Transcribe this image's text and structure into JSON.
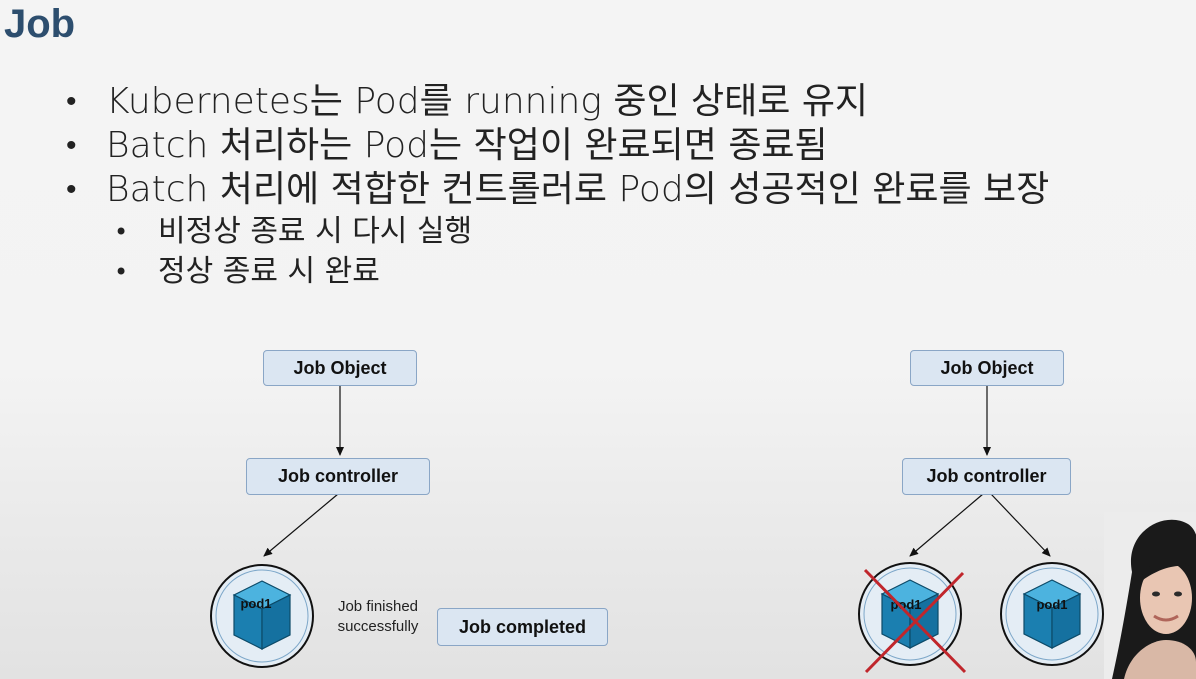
{
  "slide": {
    "title": "Job",
    "bullets": [
      "Kubernetes는 Pod를 running 중인 상태로 유지",
      "Batch 처리하는 Pod는 작업이 완료되면 종료됨",
      "Batch 처리에 적합한 컨트롤러로 Pod의 성공적인 완료를 보장"
    ],
    "sub_bullets": [
      "비정상 종료 시 다시 실행",
      "정상 종료 시 완료"
    ]
  },
  "left_diagram": {
    "object_label": "Job Object",
    "controller_label": "Job controller",
    "pod_label": "pod1",
    "status_caption_line1": "Job finished",
    "status_caption_line2": "successfully",
    "completed_label": "Job completed"
  },
  "right_diagram": {
    "object_label": "Job Object",
    "controller_label": "Job controller",
    "failed_pod_label": "pod1",
    "new_pod_label": "pod1"
  },
  "colors": {
    "title": "#2d4e6e",
    "box_fill": "#dbe6f2",
    "box_border": "#8aa6c6",
    "pod_cube": "#1e8fc4",
    "failure_cross": "#c0262c"
  },
  "icons": [
    "pod-cube-icon",
    "failure-cross-icon",
    "presenter-avatar"
  ]
}
